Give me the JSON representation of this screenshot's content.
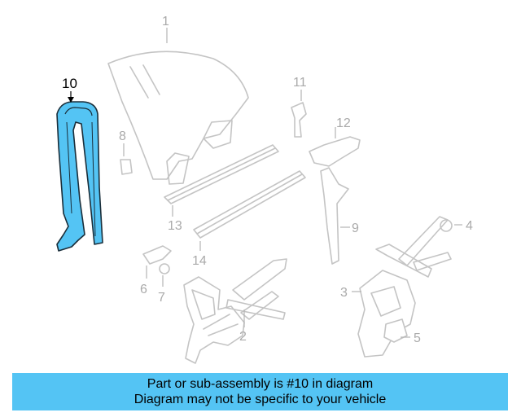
{
  "diagram": {
    "highlight_color": "#54c4f4",
    "callouts": {
      "c1": "1",
      "c2": "2",
      "c3": "3",
      "c4": "4",
      "c5": "5",
      "c6": "6",
      "c7": "7",
      "c8": "8",
      "c9": "9",
      "c10": "10",
      "c11": "11",
      "c12": "12",
      "c13": "13",
      "c14": "14"
    }
  },
  "banner": {
    "line1": "Part or sub-assembly is #10 in diagram",
    "line2": "Diagram may not be specific to your vehicle",
    "background": "#54c4f4"
  }
}
